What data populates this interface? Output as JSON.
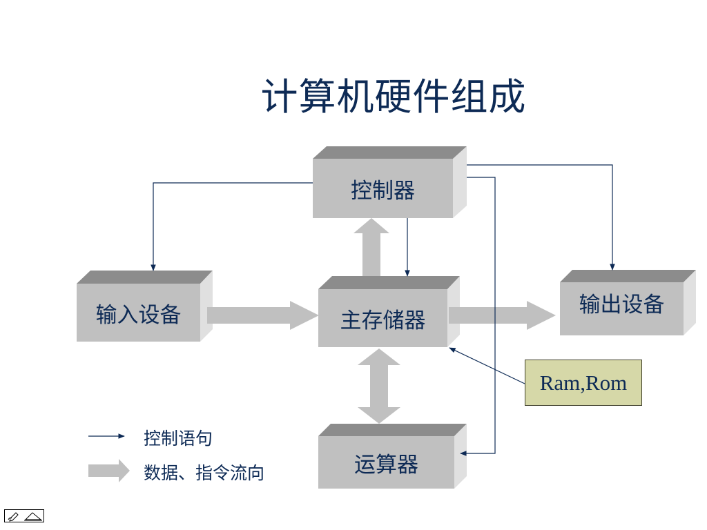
{
  "title": "计算机硬件组成",
  "blocks": {
    "controller": "控制器",
    "input_device": "输入设备",
    "main_memory": "主存储器",
    "output_device": "输出设备",
    "alu": "运算器"
  },
  "note": "Ram,Rom",
  "legend": {
    "control_line": "控制语句",
    "data_flow": "数据、指令流向"
  },
  "colors": {
    "box_front": "#c0c0c0",
    "box_top": "#8c8c8c",
    "box_side": "#e0e0e0",
    "line": "#0d2a55",
    "note_fill": "#d6d8a8"
  },
  "nav_icons": [
    "pen-icon",
    "triangle-icon"
  ]
}
